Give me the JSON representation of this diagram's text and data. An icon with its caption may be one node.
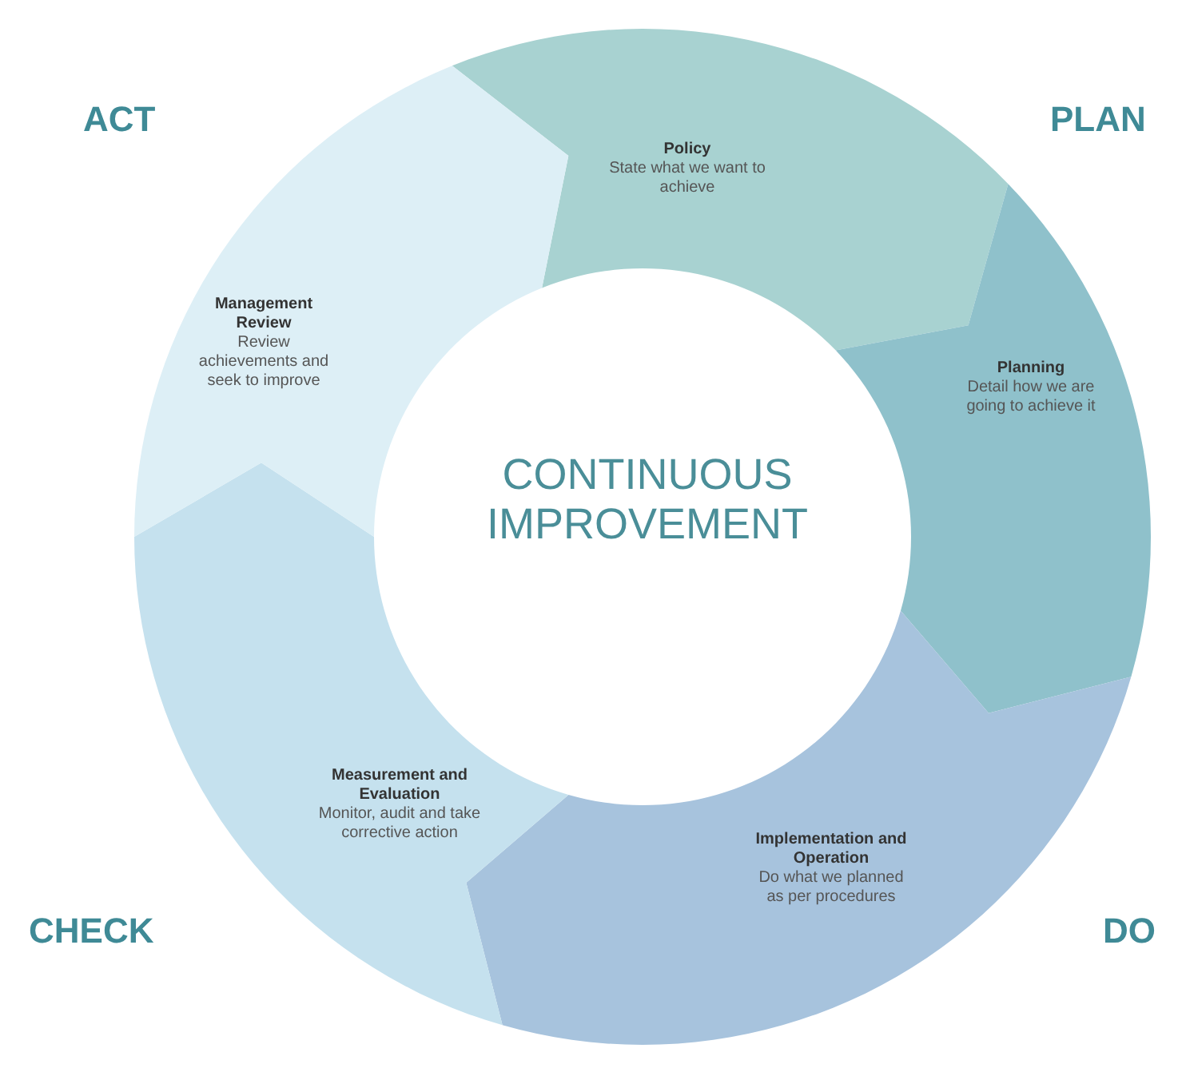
{
  "diagram": {
    "nodes": [
      {
        "text": [
          "Policy",
          "State what we want to achieve"
        ]
      },
      {
        "text": [
          "Planning",
          "Detail how we are going to achieve it"
        ]
      },
      {
        "text": [
          "Implementation and Operation",
          "Do what we planned as per procedures"
        ]
      },
      {
        "text": [
          "Measurement and Evaluation",
          "Monitor, audit and take corrective action"
        ]
      },
      {
        "text": [
          "Management Review",
          "Review achievements and seek to improve"
        ]
      }
    ],
    "labels": [
      "ACT",
      "PLAN",
      "CONTINUOUS IMPROVEMENT",
      "CHECK",
      "DO"
    ]
  }
}
